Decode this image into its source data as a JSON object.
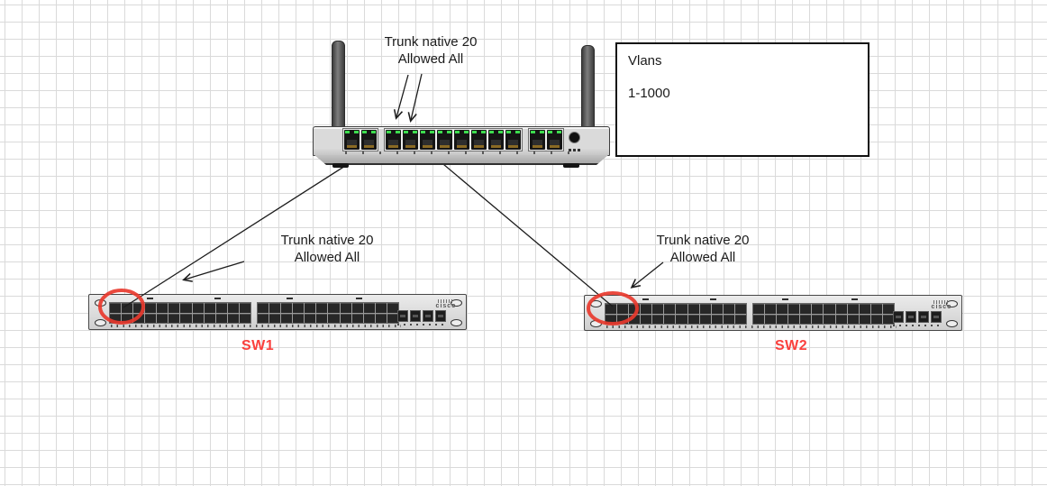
{
  "colors": {
    "highlight_red": "#e8392e",
    "name_red": "#fa403d",
    "led_green": "#3ddc4e",
    "line_black": "#1c1c1c"
  },
  "router": {
    "trunk_label_line1": "Trunk native 20",
    "trunk_label_line2": "Allowed All"
  },
  "vlan_box": {
    "title": "Vlans",
    "range": "1-1000"
  },
  "switches": [
    {
      "name": "SW1",
      "trunk_label_line1": "Trunk native 20",
      "trunk_label_line2": "Allowed All",
      "brand": "cisco"
    },
    {
      "name": "SW2",
      "trunk_label_line1": "Trunk native 20",
      "trunk_label_line2": "Allowed All",
      "brand": "cisco"
    }
  ]
}
